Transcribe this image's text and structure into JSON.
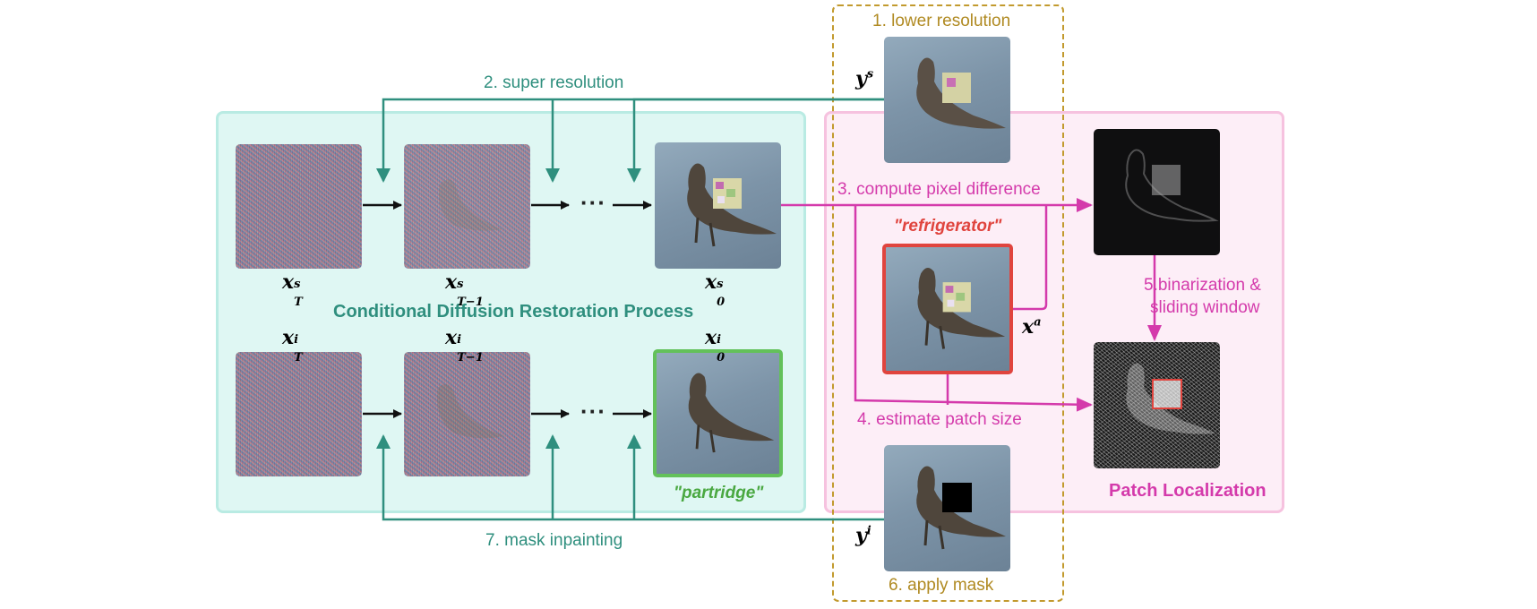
{
  "steps": {
    "lower_resolution": "1. lower resolution",
    "super_resolution": "2. super resolution",
    "compute_pixel_difference": "3. compute pixel difference",
    "estimate_patch_size": "4. estimate patch size",
    "binarization_line1": "5.binarization &",
    "binarization_line2": "sliding window",
    "apply_mask": "6. apply mask",
    "mask_inpainting": "7. mask inpainting"
  },
  "panels": {
    "diffusion_title": "Conditional Diffusion Restoration Process",
    "localization_title": "Patch Localization"
  },
  "classes": {
    "adversarial": "\"refrigerator\"",
    "restored": "\"partridge\""
  },
  "symbols": {
    "ys": {
      "base": "y",
      "sup": "s"
    },
    "yi": {
      "base": "y",
      "sup": "i"
    },
    "xa": {
      "base": "x",
      "sup": "a"
    },
    "xs_T": {
      "base": "x",
      "sup": "s",
      "sub": "T"
    },
    "xs_T1": {
      "base": "x",
      "sup": "s",
      "sub": "T−1"
    },
    "xs_0": {
      "base": "x",
      "sup": "s",
      "sub": "0"
    },
    "xi_T": {
      "base": "x",
      "sup": "i",
      "sub": "T"
    },
    "xi_T1": {
      "base": "x",
      "sup": "i",
      "sub": "T−1"
    },
    "xi_0": {
      "base": "x",
      "sup": "i",
      "sub": "0"
    }
  },
  "ellipsis": "···",
  "colors": {
    "teal": "#2f8f7e",
    "gold": "#b08a22",
    "pink": "#d43aab",
    "red_border": "#e0443e",
    "green_border": "#63c15a",
    "arrow_black": "#111111"
  }
}
